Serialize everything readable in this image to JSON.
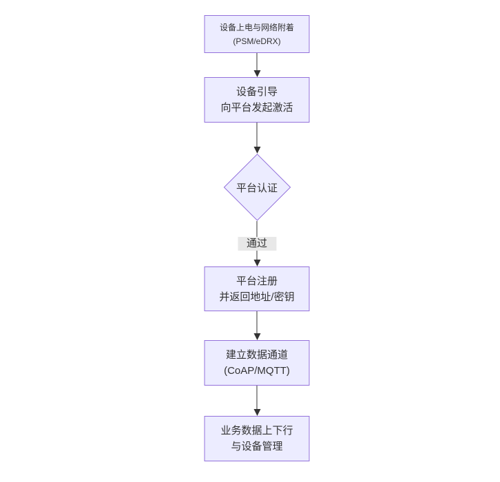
{
  "diagram": {
    "type": "flowchart",
    "direction": "top-down",
    "colors": {
      "node_fill": "#ECECFF",
      "node_border": "#9370DB",
      "edge_line": "#333333",
      "text": "#333333",
      "edge_label_bg": "#e8e8e8",
      "background": "#ffffff"
    },
    "nodes": [
      {
        "id": "n1",
        "shape": "rect",
        "lines": [
          "设备上电与网络附着",
          "(PSM/eDRX)"
        ]
      },
      {
        "id": "n2",
        "shape": "rect",
        "lines": [
          "设备引导",
          "向平台发起激活"
        ]
      },
      {
        "id": "n3",
        "shape": "diamond",
        "lines": [
          "平台认证"
        ]
      },
      {
        "id": "n4",
        "shape": "rect",
        "lines": [
          "平台注册",
          "并返回地址/密钥"
        ]
      },
      {
        "id": "n5",
        "shape": "rect",
        "lines": [
          "建立数据通道",
          "(CoAP/MQTT)"
        ]
      },
      {
        "id": "n6",
        "shape": "rect",
        "lines": [
          "业务数据上下行",
          "与设备管理"
        ]
      }
    ],
    "edges": [
      {
        "from": "n1",
        "to": "n2",
        "label": ""
      },
      {
        "from": "n2",
        "to": "n3",
        "label": ""
      },
      {
        "from": "n3",
        "to": "n4",
        "label": "通过"
      },
      {
        "from": "n4",
        "to": "n5",
        "label": ""
      },
      {
        "from": "n5",
        "to": "n6",
        "label": ""
      }
    ]
  }
}
